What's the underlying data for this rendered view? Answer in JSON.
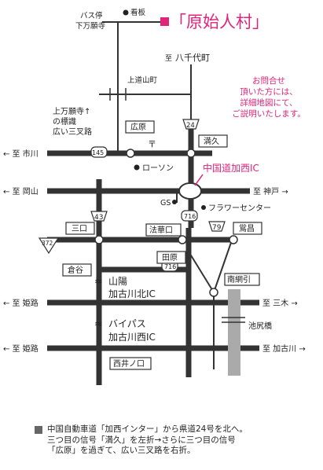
{
  "destination": {
    "title": "「原始人村」",
    "color": "#e0247a"
  },
  "highway": {
    "name": "中国道加西IC",
    "color": "#e0247a"
  },
  "landmarks": {
    "bus_stop": "バス停",
    "bus_stop_name": "下万願寺",
    "signboard": "看板",
    "kamimichiyama": "上道山町",
    "sign_note_1": "上万願寺↑",
    "sign_note_2": "の標識",
    "sign_note_3": "広い三叉路",
    "lawson": "ローソン",
    "gs": "GS",
    "flower_center": "フラワーセンター",
    "post_mark": "〒"
  },
  "directions": {
    "north": "至",
    "north_dest": "八千代町",
    "to_ichikawa": "← 至 市川",
    "to_okayama": "← 至 岡山",
    "to_kobe": "至 神戸 →",
    "to_himeji_1": "← 至 姫路",
    "to_miki": "至 三木 →",
    "to_himeji_2": "← 至 姫路",
    "to_kakogawa": "至 加古川 →"
  },
  "signals": {
    "hirohara": "広原",
    "mitsuku": "満久",
    "mikuchi": "三口",
    "houkeguchi": "法華口",
    "wasasho": "鴬昌",
    "tahara": "田原",
    "kurata": "倉谷",
    "minamiwabiki": "南網引",
    "ikejiribashi": "池尻橋",
    "nishiinoguchi": "西井ノ口"
  },
  "routes": {
    "r24": "24",
    "r145": "145",
    "r43": "43",
    "r716a": "716",
    "r716b": "716",
    "r79": "79",
    "r372": "372"
  },
  "bypass": {
    "sanyo": "山陽",
    "kakogawa_north": "加古川北IC",
    "bypass": "バイパス",
    "kakogawa_west": "加古川西IC"
  },
  "inquiry": {
    "line1": "お問合せ",
    "line2": "頂いた方には、",
    "line3": "詳細地図にて、",
    "line4": "ご説明いたします。"
  },
  "footer": {
    "line1": "中国自動車道「加西インター」から県道24号を北へ。",
    "line2": "三つ目の信号「満久」を左折→さらに三つ目の信号",
    "line3": "「広原」を過ぎて、広い三叉路を右折。"
  }
}
